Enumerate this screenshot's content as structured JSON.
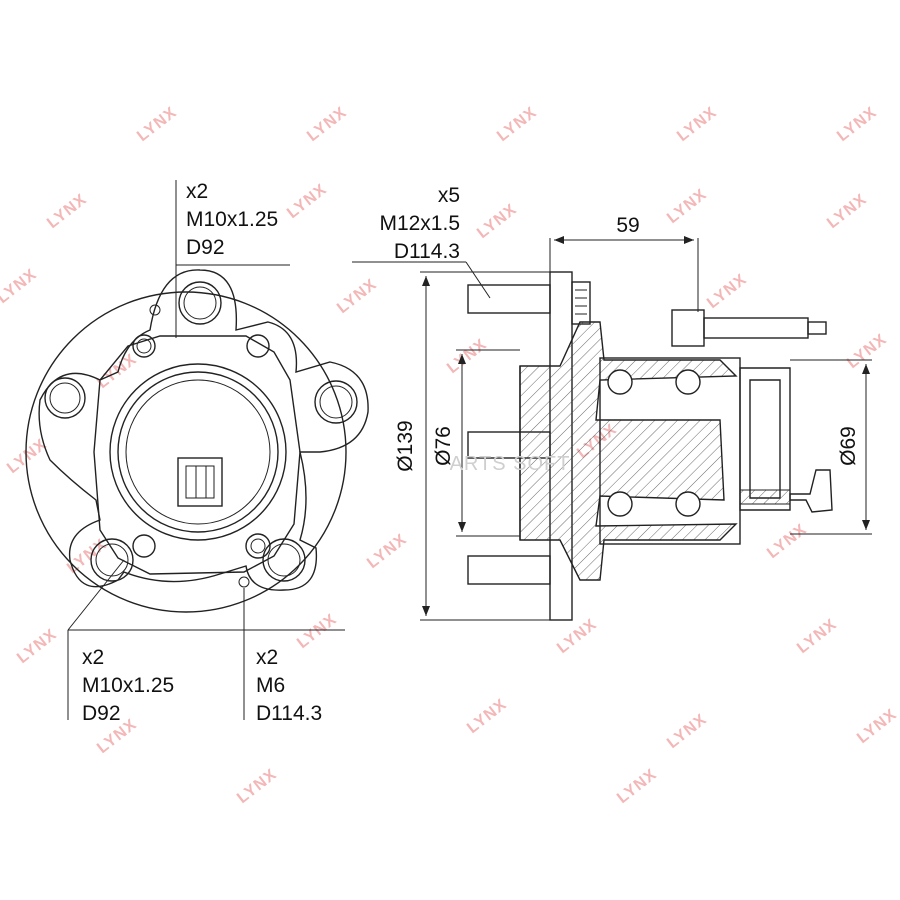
{
  "watermark": {
    "brand": "LYNX",
    "overlay": "ARTS SOFT"
  },
  "annotations": {
    "top_left": {
      "count": "x2",
      "thread": "M10x1.25",
      "diameter": "D92"
    },
    "top_right": {
      "count": "x5",
      "thread": "M12x1.5",
      "diameter": "D114.3"
    },
    "bottom_left": {
      "count": "x2",
      "thread": "M10x1.25",
      "diameter": "D92"
    },
    "bottom_middle": {
      "count": "x2",
      "thread": "M6",
      "diameter": "D114.3"
    }
  },
  "dimensions": {
    "width": "59",
    "flange_diameter": "Ø139",
    "pilot_diameter": "Ø76",
    "bearing_diameter": "Ø69"
  },
  "colors": {
    "line": "#222222",
    "watermark": "#f3b7b7",
    "background": "#ffffff"
  }
}
